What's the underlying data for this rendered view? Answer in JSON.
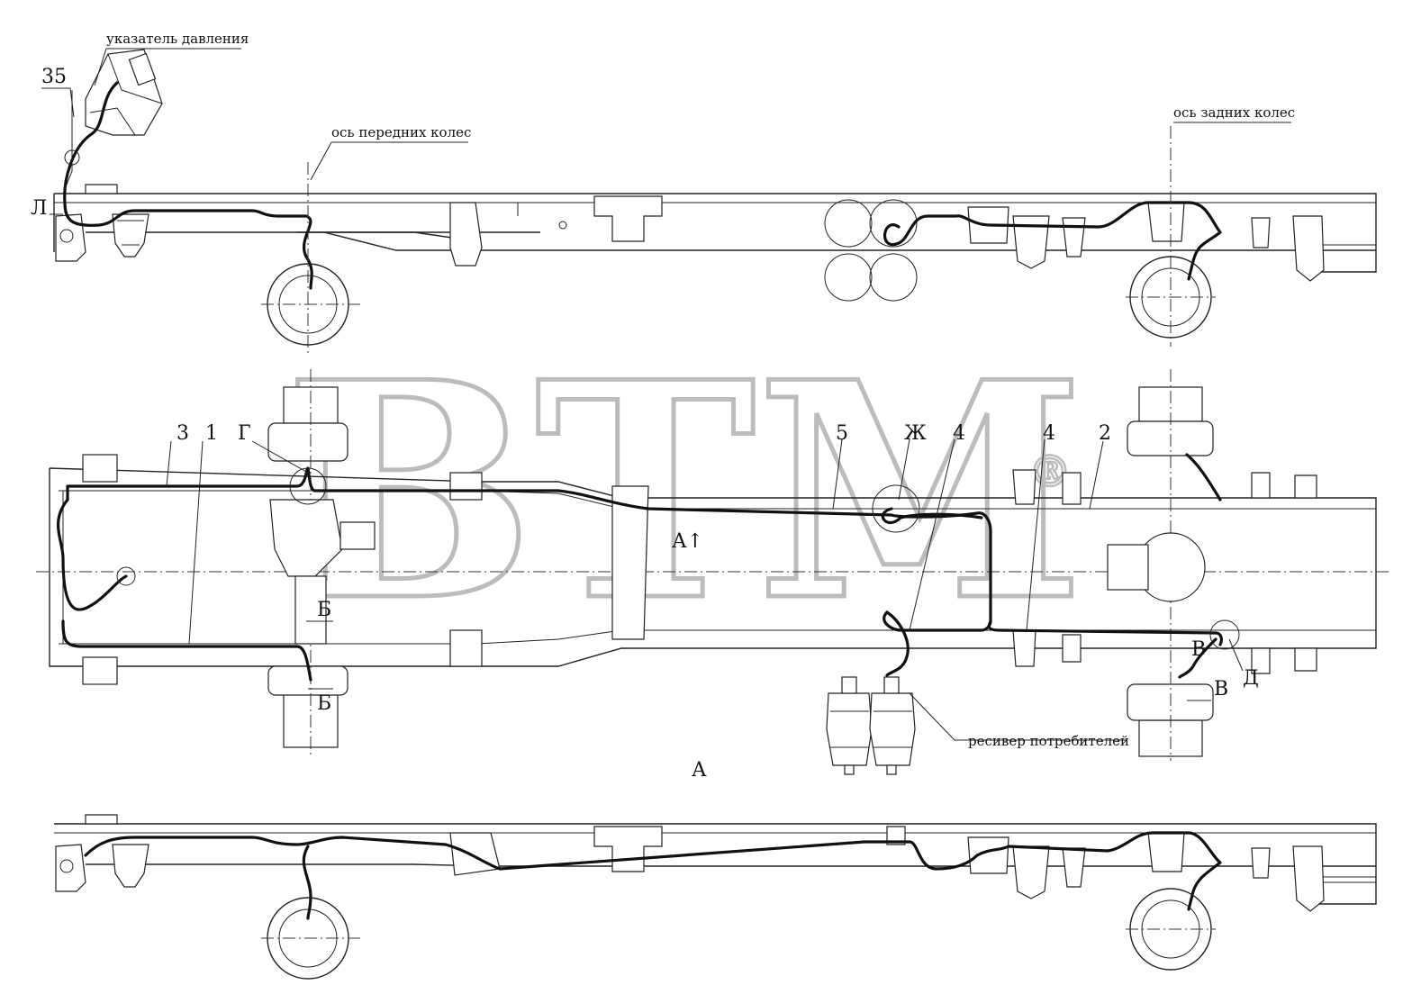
{
  "labels": {
    "pressure_gauge": "указатель давления",
    "front_axle": "ось передних колес",
    "rear_axle": "ось задних колес",
    "consumer_receiver": "ресивер потребителей",
    "view_a": "А",
    "view_a_arrow": "А↑",
    "n35": "35",
    "el": "Л",
    "n3": "3",
    "n1": "1",
    "ge": "Г",
    "n5": "5",
    "zhe": "Ж",
    "n4a": "4",
    "n4b": "4",
    "n2": "2",
    "be1": "Б",
    "be2": "Б",
    "ve1": "В",
    "ve2": "В",
    "de": "Д"
  },
  "watermark": {
    "text": "BTM",
    "registered": "®",
    "color": "#bcbcbc"
  },
  "colors": {
    "line": "#222222",
    "pipe": "#111111",
    "background": "#ffffff"
  }
}
